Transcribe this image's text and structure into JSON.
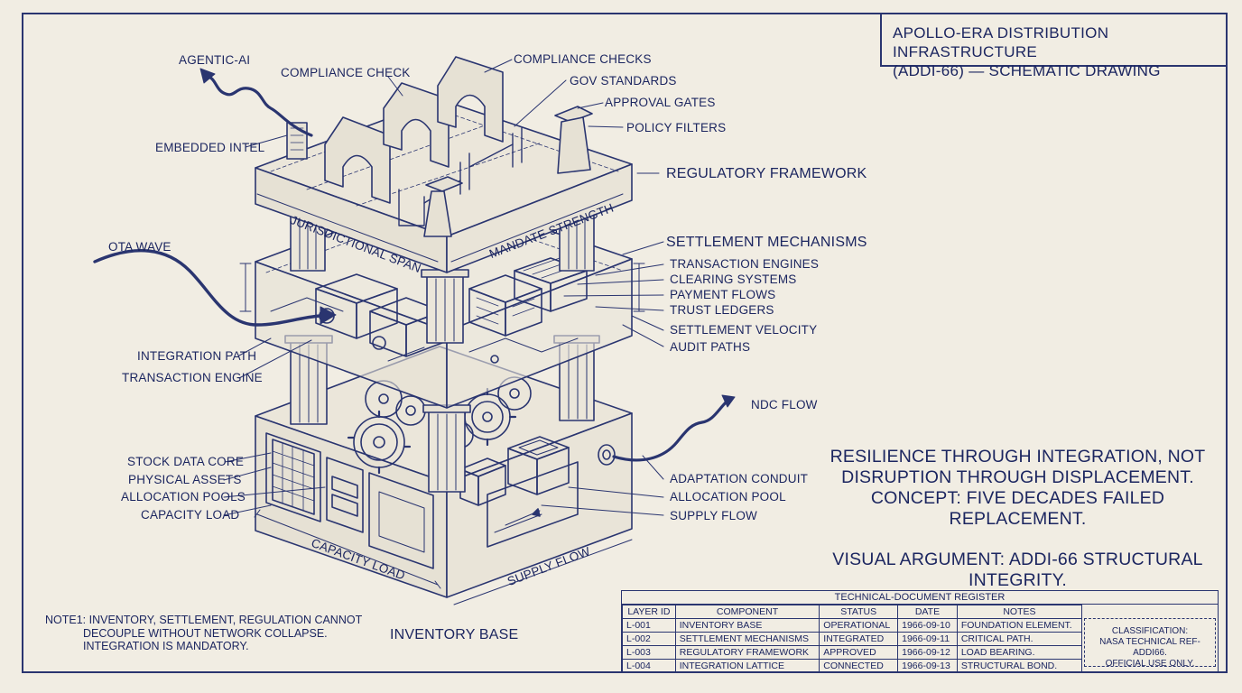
{
  "title": {
    "line1": "APOLLO-ERA DISTRIBUTION INFRASTRUCTURE",
    "line2": "(ADDI-66) — SCHEMATIC DRAWING"
  },
  "labels": {
    "agentic_ai": "AGENTIC-AI",
    "compliance_check": "COMPLIANCE CHECK",
    "compliance_checks": "COMPLIANCE CHECKS",
    "gov_standards": "GOV STANDARDS",
    "approval_gates": "APPROVAL GATES",
    "policy_filters": "POLICY FILTERS",
    "embedded_intel": "EMBEDDED INTEL",
    "regulatory_framework": "REGULATORY FRAMEWORK",
    "jurisdictional_span": "JURISDICTIONAL SPAN",
    "mandate_strength": "MANDATE STRENGTH",
    "ota_wave": "OTA WAVE",
    "settlement_mechanisms": "SETTLEMENT MECHANISMS",
    "transaction_engines": "TRANSACTION ENGINES",
    "clearing_systems": "CLEARING SYSTEMS",
    "payment_flows": "PAYMENT FLOWS",
    "trust_ledgers": "TRUST LEDGERS",
    "settlement_velocity": "SETTLEMENT VELOCITY",
    "audit_paths": "AUDIT PATHS",
    "integration_path": "INTEGRATION PATH",
    "transaction_engine": "TRANSACTION ENGINE",
    "ndc_flow": "NDC FLOW",
    "stock_data_core": "STOCK DATA CORE",
    "physical_assets": "PHYSICAL ASSETS",
    "allocation_pools": "ALLOCATION POOLS",
    "capacity_load": "CAPACITY LOAD",
    "adaptation_conduit": "ADAPTATION CONDUIT",
    "allocation_pool": "ALLOCATION POOL",
    "supply_flow": "SUPPLY FLOW",
    "capacity_load_dim": "CAPACITY LOAD",
    "supply_flow_dim": "SUPPLY FLOW",
    "inventory_base": "INVENTORY BASE"
  },
  "statement": {
    "line1": "RESILIENCE THROUGH INTEGRATION, NOT",
    "line2": "DISRUPTION THROUGH DISPLACEMENT.",
    "line3": "CONCEPT: FIVE DECADES FAILED REPLACEMENT.",
    "line4": "VISUAL ARGUMENT: ADDI-66 STRUCTURAL",
    "line5": "INTEGRITY."
  },
  "note": {
    "line1": "NOTE1: INVENTORY, SETTLEMENT, REGULATION CANNOT",
    "line2": "DECOUPLE WITHOUT NETWORK COLLAPSE.",
    "line3": "INTEGRATION IS MANDATORY."
  },
  "register": {
    "title": "TECHNICAL-DOCUMENT REGISTER",
    "headers": [
      "LAYER ID",
      "COMPONENT",
      "STATUS",
      "DATE",
      "NOTES"
    ],
    "rows": [
      [
        "L-001",
        "INVENTORY BASE",
        "OPERATIONAL",
        "1966-09-10",
        "FOUNDATION ELEMENT."
      ],
      [
        "L-002",
        "SETTLEMENT MECHANISMS",
        "INTEGRATED",
        "1966-09-11",
        "CRITICAL PATH."
      ],
      [
        "L-003",
        "REGULATORY FRAMEWORK",
        "APPROVED",
        "1966-09-12",
        "LOAD BEARING."
      ],
      [
        "L-004",
        "INTEGRATION LATTICE",
        "CONNECTED",
        "1966-09-13",
        "STRUCTURAL BOND."
      ]
    ],
    "classification": {
      "line1": "CLASSIFICATION:",
      "line2": "NASA TECHNICAL REF-ADDI66.",
      "line3": "OFFICIAL USE ONLY."
    }
  },
  "colors": {
    "paper": "#f1ede3",
    "ink": "#1f2a5a"
  }
}
